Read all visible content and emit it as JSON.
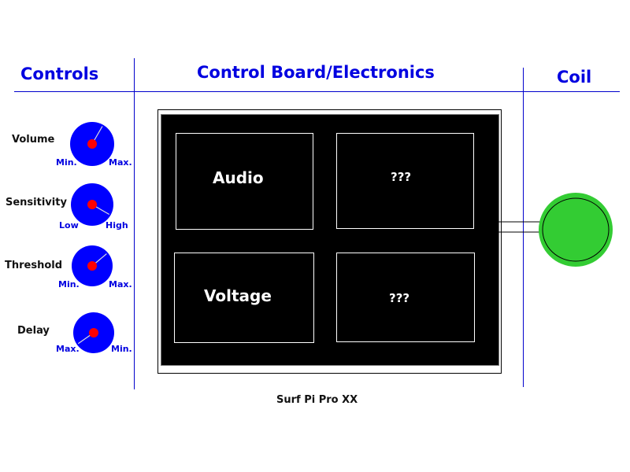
{
  "headers": {
    "controls": "Controls",
    "board": "Control Board/Electronics",
    "coil": "Coil"
  },
  "controls": [
    {
      "label": "Volume",
      "min_label": "Min.",
      "max_label": "Max.",
      "pointer_angle_deg": 30
    },
    {
      "label": "Sensitivity",
      "min_label": "Low",
      "max_label": "High",
      "pointer_angle_deg": 120
    },
    {
      "label": "Threshold",
      "min_label": "Min.",
      "max_label": "Max.",
      "pointer_angle_deg": 50
    },
    {
      "label": "Delay",
      "min_label": "Max.",
      "max_label": "Min.",
      "pointer_angle_deg": 235
    }
  ],
  "board": {
    "modules": [
      {
        "label": "Audio"
      },
      {
        "label": "???"
      },
      {
        "label": "Voltage"
      },
      {
        "label": "???"
      }
    ]
  },
  "footer": "Surf Pi Pro XX",
  "colors": {
    "accent": "#0000e0",
    "knob": "#0000ff",
    "knob_center": "#ff0000",
    "coil": "#33cc33",
    "board": "#000000"
  }
}
